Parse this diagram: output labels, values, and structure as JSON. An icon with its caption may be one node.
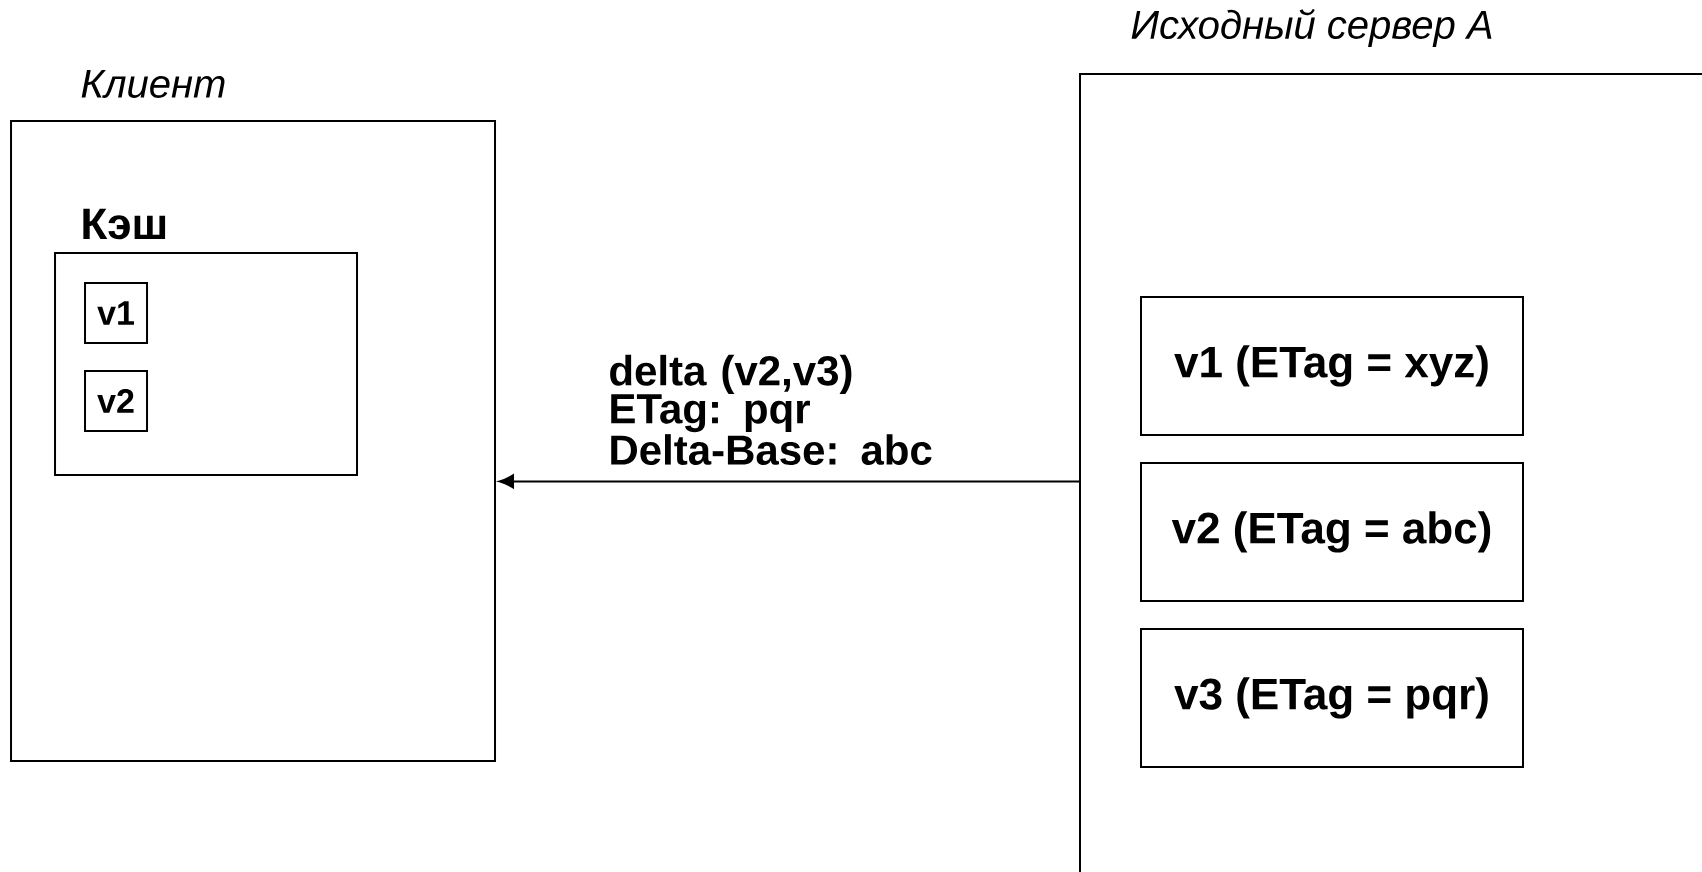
{
  "diagram": {
    "nodes": [
      {
        "text": [
          "Клиент"
        ]
      },
      {
        "text": [
          "Кэш"
        ],
        "in": 0
      },
      {
        "text": [
          "v1"
        ],
        "in": 1
      },
      {
        "text": [
          "v2"
        ],
        "in": 1
      },
      {
        "text": [
          "Исходный сервер A"
        ]
      },
      {
        "text": [
          "v1 (ETag = xyz)"
        ],
        "in": 4
      },
      {
        "text": [
          "v2 (ETag = abc)"
        ],
        "in": 4
      },
      {
        "text": [
          "v3 (ETag = pqr)"
        ],
        "in": 4
      }
    ],
    "edges": [
      {
        "from": 4,
        "to": 0,
        "arrow": "to",
        "label": "delta (v2,v3) ETag: pqr Delta-Base: abc"
      }
    ]
  }
}
